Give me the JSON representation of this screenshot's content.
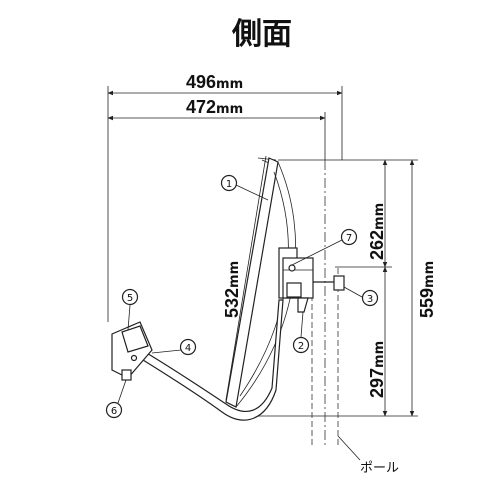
{
  "title": "側面",
  "dimensions": {
    "width_total": "496",
    "width_reflector": "472",
    "height_reflector": "532",
    "height_upper": "262",
    "height_lower": "297",
    "height_total": "559",
    "unit": "mm"
  },
  "callouts": [
    "1",
    "2",
    "3",
    "4",
    "5",
    "6",
    "7"
  ],
  "pole_label": "ポール"
}
